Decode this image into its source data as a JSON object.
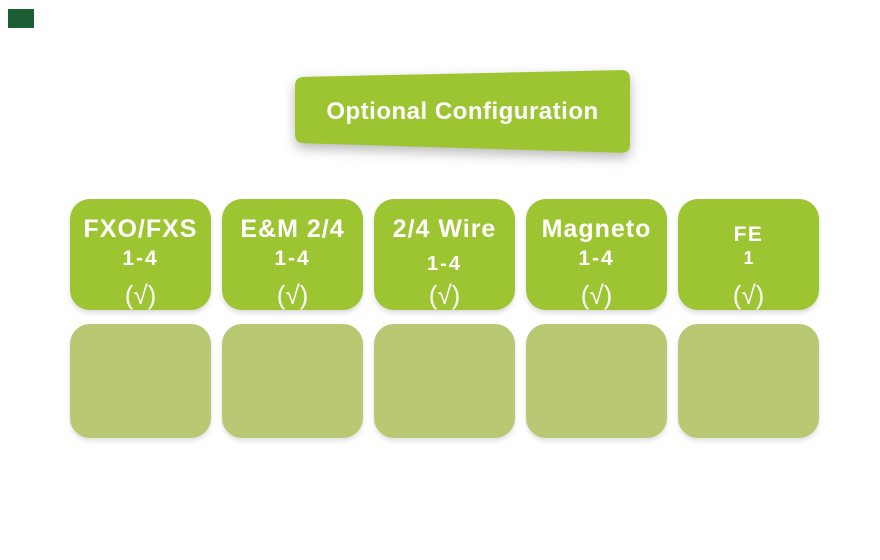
{
  "colors": {
    "accent": "#9dc531",
    "slot": "#b8c873",
    "logo": "#1b5e33",
    "text": "#ffffff"
  },
  "banner": {
    "label": "Optional Configuration"
  },
  "cards": [
    {
      "title": "FXO/FXS",
      "ports": "1-4",
      "supported": "(√)"
    },
    {
      "title": "E&M 2/4",
      "ports": "1-4",
      "supported": "(√)"
    },
    {
      "title": "2/4 Wire",
      "ports": "1-4",
      "supported": "(√)"
    },
    {
      "title": "Magneto",
      "ports": "1-4",
      "supported": "(√)"
    },
    {
      "title": "FE",
      "ports": "1",
      "supported": "(√)"
    }
  ],
  "slots": {
    "count": "5"
  }
}
